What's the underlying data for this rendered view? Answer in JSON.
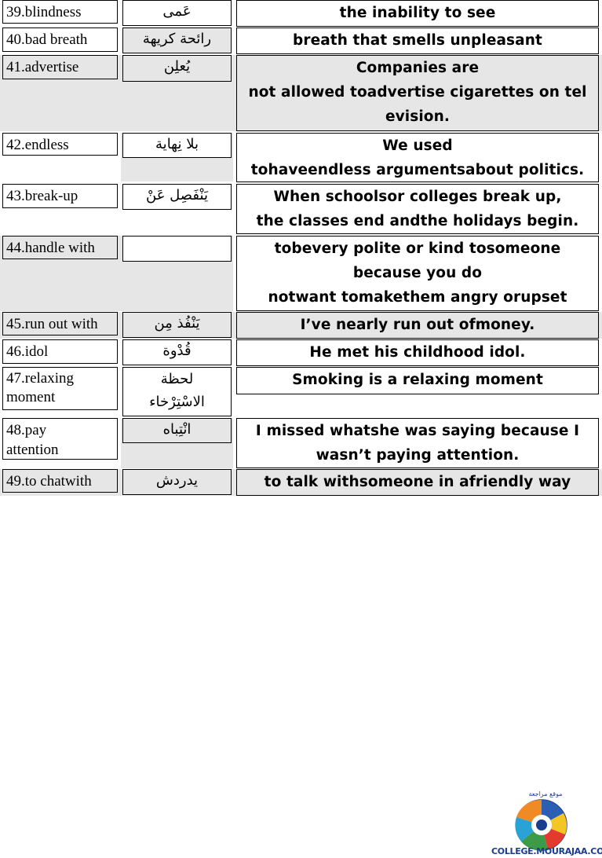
{
  "rows": [
    {
      "en": "39.blindness",
      "ar": "عَمى",
      "def": "the inability to see"
    },
    {
      "en": "40.bad breath",
      "ar": "رائحة كريهة",
      "def": "breath that smells unpleasant"
    },
    {
      "en": "41.advertise",
      "ar": "يُعلِن",
      "def": "Companies are\nnot allowed toadvertise cigarettes on tel\nevision."
    },
    {
      "en": "42.endless",
      "ar": "بلا نِهاية",
      "def": "We used\ntohaveendless argumentsabout politics."
    },
    {
      "en": "43.break-up",
      "ar": "يَنْفَصِل عَنْ",
      "def": "When schoolsor colleges break up,\nthe classes end andthe holidays begin."
    },
    {
      "en": "44.handle with",
      "ar": "",
      "def": "tobevery polite or kind tosomeone\nbecause you do\nnotwant tomakethem angry orupset"
    },
    {
      "en": "45.run out with",
      "ar": "يَنْفُذ مِن",
      "def": "I’ve nearly run out ofmoney."
    },
    {
      "en": "46.idol",
      "ar": "قُدْوة",
      "def": "He met his childhood idol."
    },
    {
      "en": "47.relaxing\nmoment",
      "ar": "لحظة\nالاسْتِرْخاء",
      "def": "Smoking is a relaxing moment"
    },
    {
      "en": "48.pay\nattention",
      "ar": "انْتِباه",
      "def": "I missed whatshe was saying because I\nwasn’t paying attention."
    },
    {
      "en": "49.to chatwith",
      "ar": "يدردش",
      "def": "to talk withsomeone in afriendly way"
    }
  ],
  "footer": {
    "site": "COLLEGE.MOURAJAA.COM",
    "logo_arc_text": "موقع مراجعة"
  },
  "colors": {
    "shade": "#e6e6e6",
    "logo_blue": "#1a3d8f"
  }
}
